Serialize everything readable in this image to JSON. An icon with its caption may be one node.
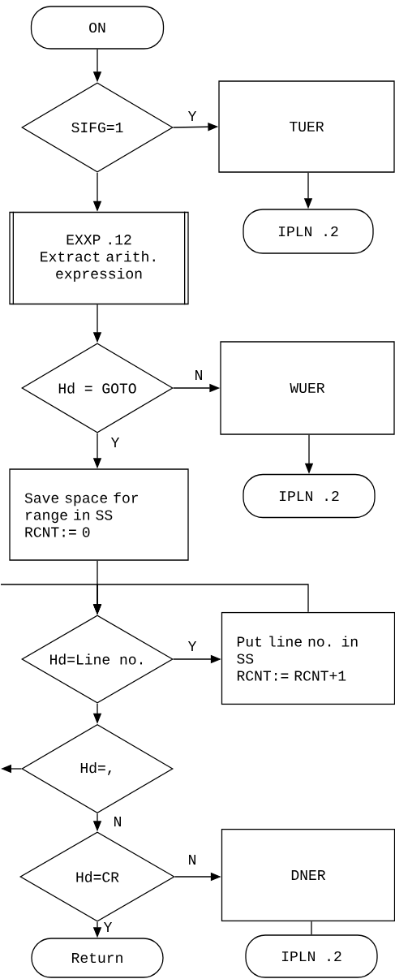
{
  "diagram": {
    "nodes": [
      {
        "text": [
          "ON"
        ]
      },
      {
        "text": [
          "SIFG=1"
        ]
      },
      {
        "text": [
          "TUER"
        ]
      },
      {
        "text": [
          "IPLN .2"
        ]
      },
      {
        "text": [
          "EXXP .12",
          "Extract arith. expression"
        ]
      },
      {
        "text": [
          "Hd = GOTO"
        ]
      },
      {
        "text": [
          "WUER"
        ]
      },
      {
        "text": [
          "IPLN .2"
        ]
      },
      {
        "text": [
          "Save space for range in SS",
          "RCNT:= 0"
        ]
      },
      {
        "text": [
          "Hd=Line no."
        ]
      },
      {
        "text": [
          "Put line no. in SS",
          "RCNT:= RCNT+1"
        ]
      },
      {
        "text": [
          "Hd=,"
        ]
      },
      {
        "text": [
          "Hd=CR"
        ]
      },
      {
        "text": [
          "DNER"
        ]
      },
      {
        "text": [
          "Return"
        ]
      },
      {
        "text": [
          "IPLN .2"
        ]
      }
    ],
    "edges": [
      {
        "from": 0,
        "to": 1,
        "arrow": "to"
      },
      {
        "from": 1,
        "to": 2,
        "arrow": "to",
        "label": "Y"
      },
      {
        "from": 2,
        "to": 3,
        "arrow": "to"
      },
      {
        "from": 1,
        "to": 4,
        "arrow": "to"
      },
      {
        "from": 4,
        "to": 5,
        "arrow": "to"
      },
      {
        "from": 5,
        "to": 6,
        "arrow": "to",
        "label": "N"
      },
      {
        "from": 6,
        "to": 7,
        "arrow": "to"
      },
      {
        "from": 5,
        "to": 8,
        "arrow": "to",
        "label": "Y"
      },
      {
        "from": 8,
        "to": 9,
        "arrow": "to"
      },
      {
        "from": 10,
        "to": 9,
        "arrow": "to"
      },
      {
        "from": null,
        "to": 9,
        "arrow": "to"
      },
      {
        "from": 9,
        "to": 10,
        "arrow": "to",
        "label": "Y"
      },
      {
        "from": 9,
        "to": 11,
        "arrow": "to"
      },
      {
        "from": 11,
        "to": null,
        "arrow": "to"
      },
      {
        "from": 11,
        "to": 12,
        "arrow": "to",
        "label": "N"
      },
      {
        "from": 12,
        "to": 13,
        "arrow": "to",
        "label": "N"
      },
      {
        "from": 12,
        "to": 14,
        "arrow": "to",
        "label": "Y"
      },
      {
        "from": 13,
        "to": 15,
        "arrow": "none"
      }
    ]
  }
}
